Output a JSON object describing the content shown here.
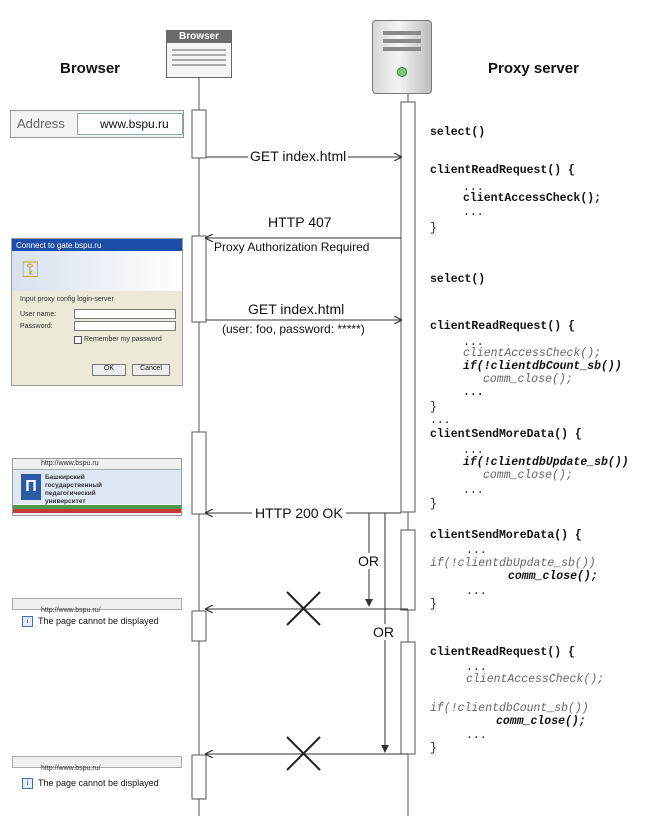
{
  "header": {
    "browser_label": "Browser",
    "proxy_label": "Proxy server",
    "browser_icon_title": "Browser"
  },
  "panels": {
    "address": {
      "label": "Address",
      "url": "www.bspu.ru"
    },
    "auth_dialog": {
      "title": "Connect to gate.bspu.ru",
      "prompt": "Input proxy config login-server",
      "user_label": "User name:",
      "password_label": "Password:",
      "remember_label": "Remember my password",
      "ok_button": "OK",
      "cancel_button": "Cancel"
    },
    "site_page": {
      "address_url": "http://www.bspu.ru",
      "university_name": "Башкирский государственный педагогический университет"
    },
    "error_page_1": {
      "address_url": "http://www.bspu.ru/",
      "message": "The page cannot be displayed"
    },
    "error_page_2": {
      "address_url": "http://www.bspu.ru/",
      "message": "The page cannot be displayed"
    }
  },
  "messages": {
    "get1": "GET index.html",
    "http407": "HTTP 407",
    "proxy_auth": "Proxy Authorization Required",
    "get2": "GET index.html",
    "credentials": "(user: foo, password: *****)",
    "http200": "HTTP 200 OK",
    "or1": "OR",
    "or2": "OR"
  },
  "code": {
    "c1": "select()",
    "c2": "clientReadRequest() {",
    "c3": "...",
    "c4": "clientAccessCheck();",
    "c5": "...",
    "c6": "}",
    "c7": "select()",
    "c8": "clientReadRequest() {",
    "c9": "...",
    "c10": "clientAccessCheck();",
    "c11": "if(!clientdbCount_sb())",
    "c12": "comm_close();",
    "c13": "...",
    "c14": "}",
    "c15": "...",
    "c16": "clientSendMoreData() {",
    "c17": "...",
    "c18": "if(!clientdbUpdate_sb())",
    "c19": "comm_close();",
    "c20": "...",
    "c21": "}",
    "c22": "clientSendMoreData() {",
    "c23": "...",
    "c24": "if(!clientdbUpdate_sb())",
    "c25": "comm_close();",
    "c26": "...",
    "c27": "}",
    "c28": "clientReadRequest() {",
    "c29": "...",
    "c30": "clientAccessCheck();",
    "c31": "if(!clientdbCount_sb())",
    "c32": "comm_close();",
    "c33": "...",
    "c34": "}"
  }
}
